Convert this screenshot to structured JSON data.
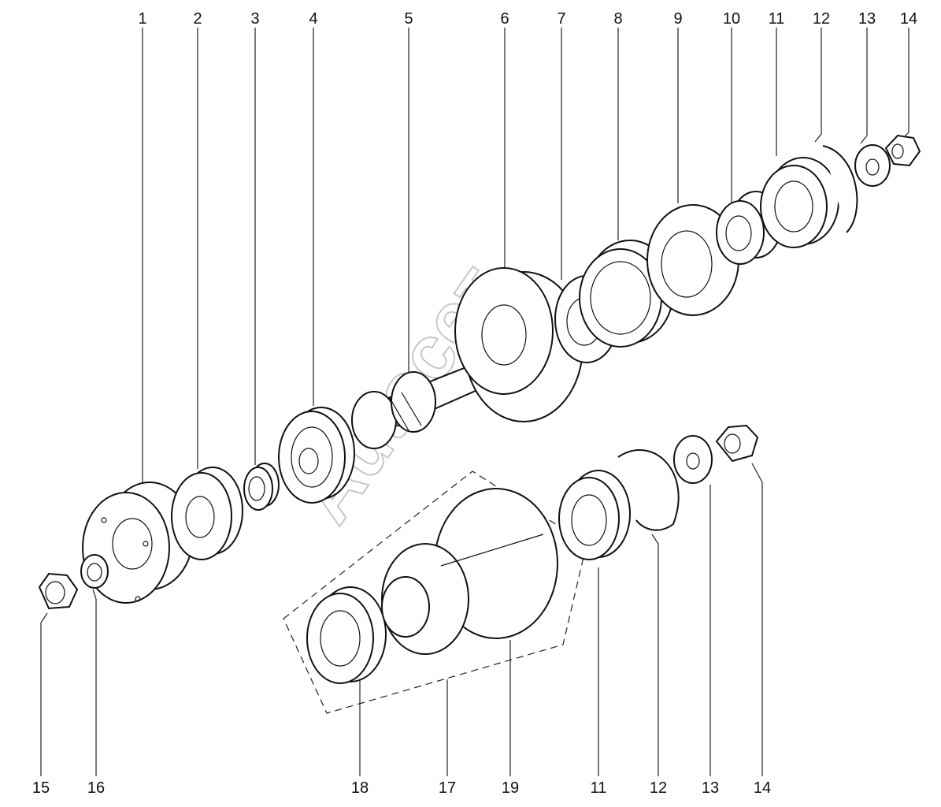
{
  "watermark": "Autoceт",
  "callouts": {
    "c1": "1",
    "c2": "2",
    "c3": "3",
    "c4": "4",
    "c5": "5",
    "c6": "6",
    "c7": "7",
    "c8": "8",
    "c9": "9",
    "c10": "10",
    "c11a": "11",
    "c12a": "12",
    "c13a": "13",
    "c14a": "14",
    "c15": "15",
    "c16": "16",
    "c18": "18",
    "c17": "17",
    "c19": "19",
    "c11b": "11",
    "c12b": "12",
    "c13b": "13",
    "c14b": "14"
  }
}
